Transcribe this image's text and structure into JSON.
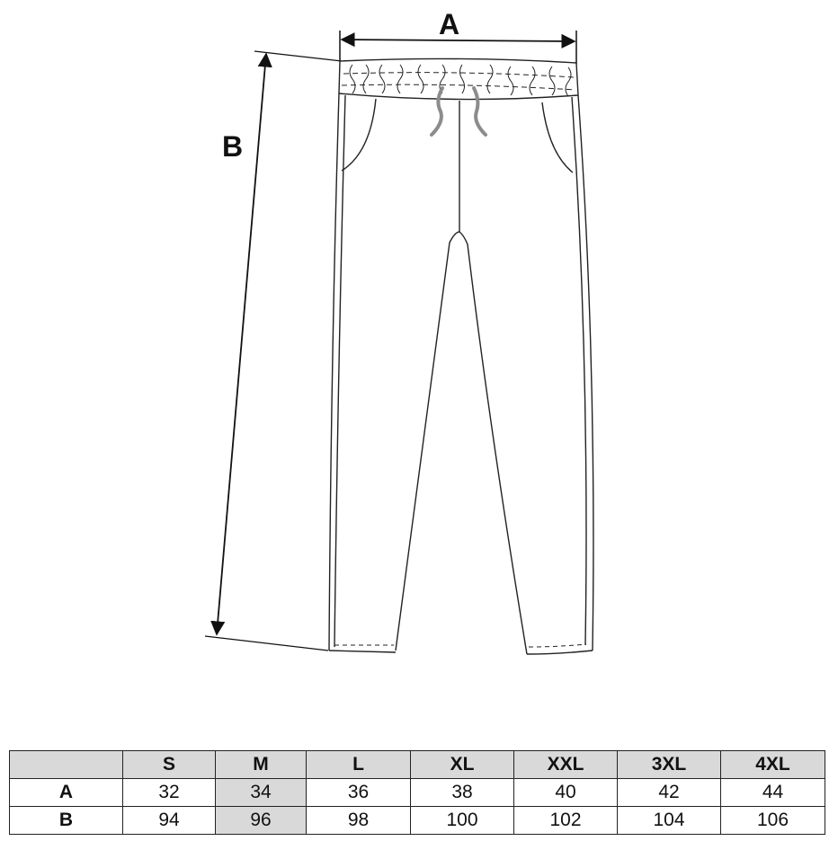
{
  "diagram": {
    "label_a": "A",
    "label_b": "B"
  },
  "table": {
    "corner": "",
    "sizes": [
      "S",
      "M",
      "L",
      "XL",
      "XXL",
      "3XL",
      "4XL"
    ],
    "rows": [
      {
        "label": "A",
        "values": [
          "32",
          "34",
          "36",
          "38",
          "40",
          "42",
          "44"
        ]
      },
      {
        "label": "B",
        "values": [
          "94",
          "96",
          "98",
          "100",
          "102",
          "104",
          "106"
        ]
      }
    ],
    "highlight_color": "#d9d9d9"
  }
}
